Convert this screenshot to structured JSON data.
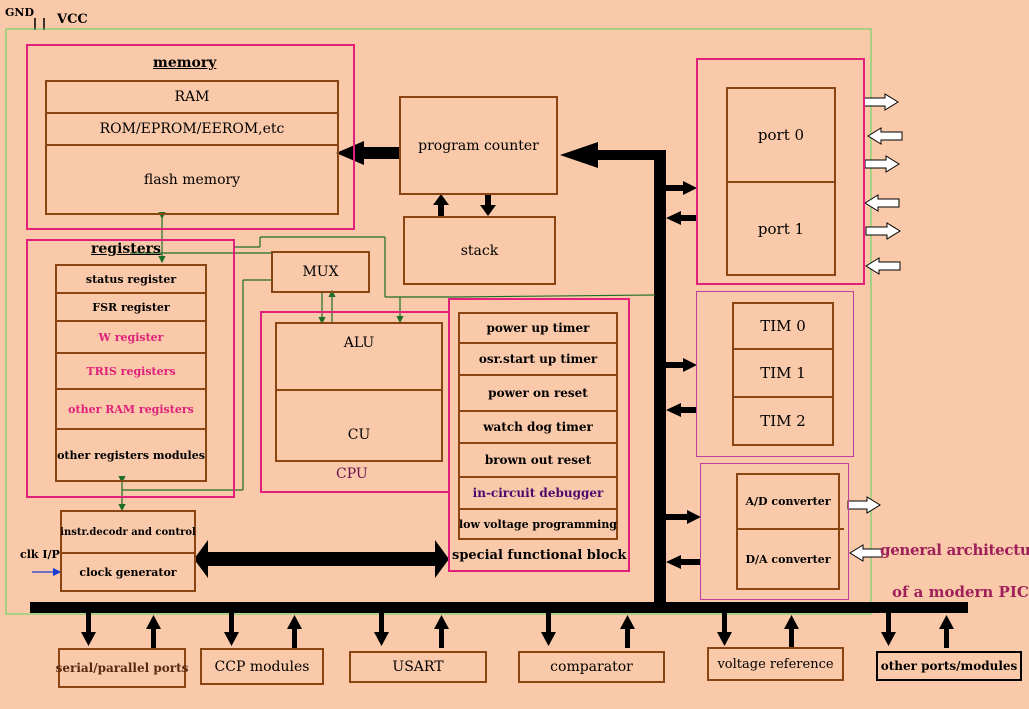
{
  "power": {
    "gnd": "GND",
    "vcc": "VCC"
  },
  "memory": {
    "title": "memory",
    "rows": [
      "RAM",
      "ROM/EPROM/EEROM,etc",
      "flash memory"
    ]
  },
  "program_counter": "program counter",
  "stack": "stack",
  "registers": {
    "title": "registers",
    "rows": [
      {
        "label": "status register",
        "color": "#000000"
      },
      {
        "label": "FSR register",
        "color": "#000000"
      },
      {
        "label": "W register",
        "color": "#e0207a"
      },
      {
        "label": "TRIS registers",
        "color": "#e0207a"
      },
      {
        "label": "other RAM registers",
        "color": "#e0207a"
      },
      {
        "label": "other registers modules",
        "color": "#000000"
      }
    ]
  },
  "mux": "MUX",
  "cpu": {
    "alu": "ALU",
    "cu": "CU",
    "label": "CPU"
  },
  "special_block": {
    "title": "special functional block",
    "rows": [
      {
        "label": "power up timer",
        "color": "#000000"
      },
      {
        "label": "osr.start up timer",
        "color": "#000000"
      },
      {
        "label": "power on reset",
        "color": "#000000"
      },
      {
        "label": "watch dog timer",
        "color": "#000000"
      },
      {
        "label": "brown out reset",
        "color": "#000000"
      },
      {
        "label": "in-circuit debugger",
        "color": "#4b0a6e"
      },
      {
        "label": "low voltage programming",
        "color": "#000000"
      }
    ]
  },
  "ports": [
    "port 0",
    "port 1"
  ],
  "timers": [
    "TIM 0",
    "TIM 1",
    "TIM 2"
  ],
  "converters": [
    "A/D converter",
    "D/A converter"
  ],
  "instr_decoder": "instr.decodr and control",
  "clock_generator": "clock generator",
  "clk_input": "clk I/P",
  "peripherals": [
    "serial/parallel ports",
    "CCP modules",
    "USART",
    "comparator",
    "voltage reference",
    "other ports/modules"
  ],
  "caption": {
    "line1": "general architecture",
    "line2": "of a modern PIC"
  },
  "colors": {
    "background": "#f9c9a9",
    "border_brown": "#8b4513",
    "border_pink": "#e0207a",
    "wire_green": "#1e6e28",
    "caption": "#a0205a"
  }
}
